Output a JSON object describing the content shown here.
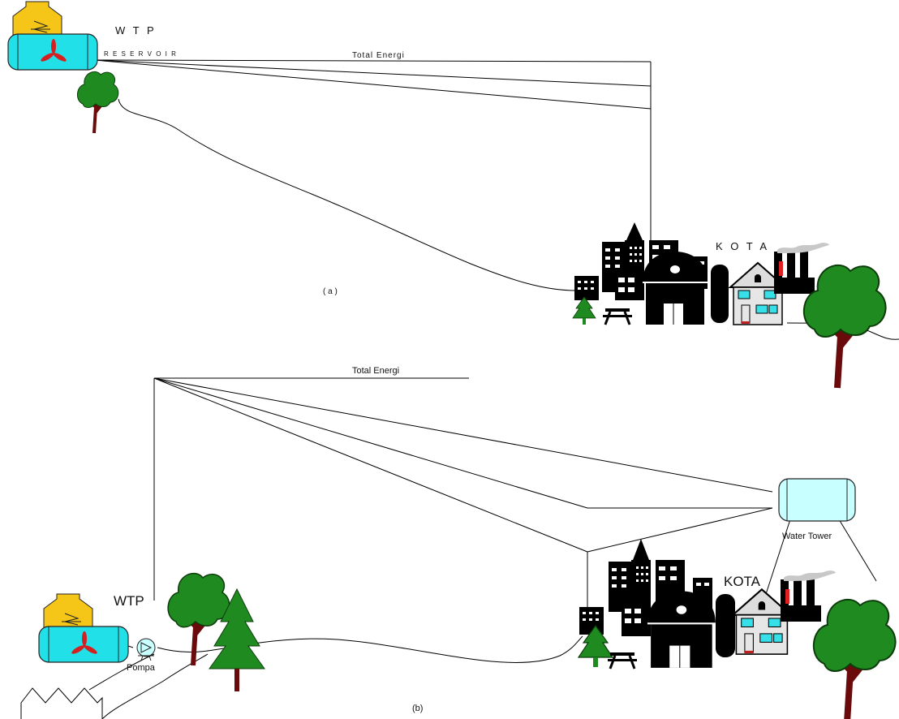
{
  "diagram_a": {
    "wtp_label": "W T P",
    "reservoir_label": "R E S E R V O I R",
    "energy_label": "Total Energi",
    "city_label": "K O T A",
    "caption": "( a )"
  },
  "diagram_b": {
    "energy_label": "Total Energi",
    "water_tower_label": "Water Tower",
    "city_label": "KOTA",
    "wtp_label": "WTP",
    "pump_label": "Pompa",
    "caption": "(b)"
  },
  "colors": {
    "tank": "#22e0e8",
    "tower_tank": "#c8ffff",
    "building_yellow": "#f5c518",
    "propeller": "#d42020",
    "tree": "#1f8a1f",
    "trunk": "#6b0a0a",
    "window": "#37e0e8",
    "smoke": "#c8c8c8"
  }
}
